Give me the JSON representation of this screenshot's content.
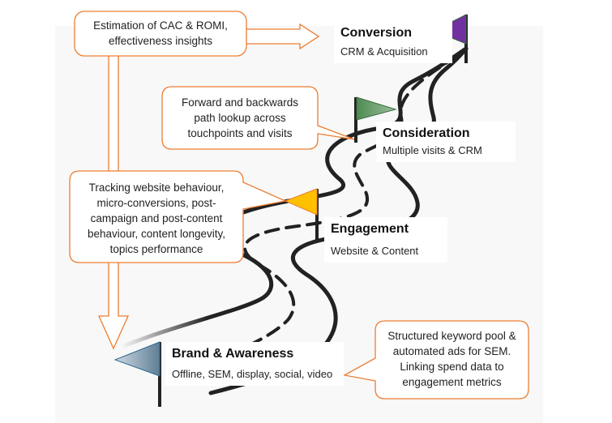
{
  "stages": [
    {
      "id": "conversion",
      "title": "Conversion",
      "subtitle": "CRM & Acquisition",
      "flag_color": "#7030A0"
    },
    {
      "id": "consideration",
      "title": "Consideration",
      "subtitle": "Multiple visits & CRM",
      "flag_color": "#5B8F5B"
    },
    {
      "id": "engagement",
      "title": "Engagement",
      "subtitle": "Website & Content",
      "flag_color": "#FFC000"
    },
    {
      "id": "brand-awareness",
      "title": "Brand & Awareness",
      "subtitle": "Offline, SEM, display, social, video",
      "flag_color": "#5E7E96"
    }
  ],
  "callouts": {
    "conversion": [
      "Estimation of CAC & ROMI,",
      "effectiveness insights"
    ],
    "consideration": [
      "Forward and backwards",
      "path lookup across",
      "touchpoints and visits"
    ],
    "engagement": [
      "Tracking website behaviour,",
      "micro-conversions, post-",
      "campaign and post-content",
      "behaviour, content longevity,",
      "topics performance"
    ],
    "brand": [
      "Structured keyword pool &",
      "automated ads for SEM.",
      "Linking spend data to",
      "engagement metrics"
    ]
  },
  "colors": {
    "callout_border": "#ED7D31",
    "road": "#222222"
  }
}
